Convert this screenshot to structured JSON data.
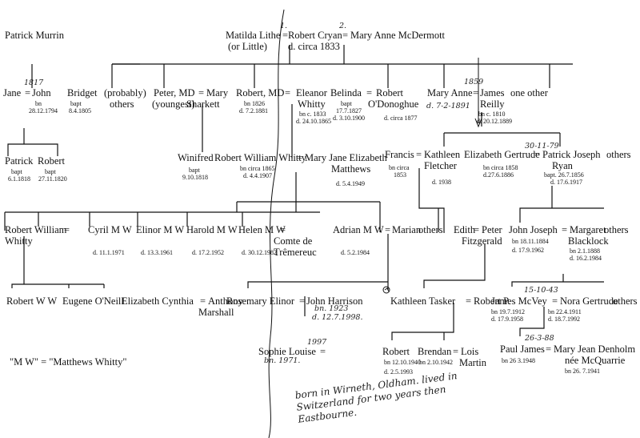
{
  "tree": {
    "root": {
      "patrick_murrin": "Patrick Murrin",
      "matilda": "Matilda Lithe",
      "or_little": "(or Little)",
      "robert_cryan": "Robert Cryan",
      "robert_cryan_death": "d. circa 1833",
      "mary_anne_mcdermott": "Mary Anne McDermott",
      "mark_1": "1.",
      "mark_2": "2."
    },
    "gen1": {
      "jane": "Jane",
      "jane_year": "1817",
      "john": "John",
      "john_dates": [
        "bn",
        "28.12.1794"
      ],
      "bridget": "Bridget",
      "bridget_dates": [
        "bapt",
        "8.4.1805"
      ],
      "probably": "(probably)",
      "others": "others",
      "peter": "Peter, MD",
      "youngest": "(youngest)",
      "mary": "Mary",
      "sharkett": "Sharkett",
      "robert_md": "Robert, MD",
      "robert_md_dates": [
        "bn 1826",
        "d. 7.2.1881"
      ],
      "eleanor": "Eleanor",
      "whitty": "Whitty",
      "eleanor_dates": [
        "bn c. 1833",
        "d. 24.10.1865"
      ],
      "belinda": "Belinda",
      "belinda_dates": [
        "bapt",
        "17.7.1827",
        "d. 3.10.1900"
      ],
      "robert": "Robert",
      "odonoghue": "O'Donoghue",
      "odonoghue_death": "d. circa 1877",
      "mary_anne": "Mary Anne",
      "mary_anne_year": "1859",
      "mary_anne_death": "d. 7-2-1891",
      "james": "James",
      "reilly": "Reilly",
      "james_dates": [
        "bn c. 1810",
        "d. 20.12.1889"
      ],
      "one_other": "one other"
    },
    "gen2": {
      "patrick": "Patrick",
      "patrick_dates": [
        "bapt",
        "6.1.1818"
      ],
      "robert": "Robert",
      "robert_dates": [
        "bapt",
        "27.11.1820"
      ],
      "winifred": "Winifred",
      "winifred_dates": [
        "bapt",
        "9.10.1818"
      ],
      "rww": "Robert William Whitty",
      "rww_dates": [
        "bn circa 1865",
        "d. 4.4.1907"
      ],
      "mary_jane": "Mary Jane Elizabeth",
      "matthews": "Matthews",
      "mary_jane_death": "d. 5.4.1949",
      "francis": "Francis",
      "francis_dates": [
        "bn circa",
        "1853"
      ],
      "kathleen": "Kathleen",
      "fletcher": "Fletcher",
      "kathleen_death": "d. 1938",
      "elizabeth_gertrude": "Elizabeth Gertrude",
      "eg_dates": [
        "bn circa 1858",
        "d.27.6.1886"
      ],
      "marriage_date": "30-11-79",
      "patrick_joseph": "Patrick Joseph",
      "ryan": "Ryan",
      "pj_dates": [
        "bapt. 26.7.1856",
        "d. 17.6.1917"
      ],
      "others": "others"
    },
    "gen3": {
      "rw": "Robert William",
      "whitty": "Whitty",
      "cyril": "Cyril M W",
      "cyril_death": "d. 11.1.1971",
      "elinor": "Elinor M W",
      "elinor_death": "d. 13.3.1961",
      "harold": "Harold M W",
      "harold_death": "d. 17.2.1952",
      "helen": "Helen M W",
      "helen_death": "d. 30.12.1982",
      "comte": "Comte de",
      "tremereuc": "Trêmereuc",
      "adrian": "Adrian M W",
      "adrian_death": "d. 5.2.1984",
      "marian": "Marian",
      "others": "others.",
      "edith": "Edith",
      "peter": "Peter",
      "fitzgerald": "Fitzgerald",
      "john_joseph": "John Joseph",
      "jj_dates": [
        "bn 18.11.1884",
        "d. 17.9.1962"
      ],
      "margaret": "Margaret",
      "blacklock": "Blacklock",
      "margaret_dates": [
        "bn 2.1.1888",
        "d. 16.2.1984"
      ],
      "others2": "others"
    },
    "gen4": {
      "rww": "Robert W W",
      "eugene": "Eugene O'Neill",
      "elizabeth_cynthia": "Elizabeth Cynthia",
      "anthony": "Anthony",
      "marshall": "Marshall",
      "rosemary": "Rosemary Elinor",
      "john_harrison": "John Harrison",
      "jh_dates": [
        "bn. 1923",
        "d. 12.7.1998."
      ],
      "kathleen_tasker": "Kathleen Tasker",
      "robert_p": "Robert P.",
      "james_mcvey": "James McVey",
      "jm_dates": [
        "bn 19.7.1912",
        "d. 17.9.1958"
      ],
      "marriage_date": "15-10-43",
      "nora": "Nora Gertrude",
      "nora_dates": [
        "bn 22.4.1911",
        "d. 18.7.1992"
      ],
      "others": "others"
    },
    "gen5": {
      "sophie": "Sophie Louise",
      "sophie_year": "1997",
      "sophie_birth": "bn. 1971.",
      "robert": "Robert",
      "robert_dates": [
        "bn 12.10.1940",
        "d. 2.5.1993"
      ],
      "brendan": "Brendan",
      "brendan_birth": "bn 2.10.1942",
      "lois": "Lois",
      "martin": "Martin",
      "paul": "Paul James",
      "paul_birth": "bn 26 3.1948",
      "marriage_date": "26-3-88",
      "mary_jean": "Mary Jean Denholm",
      "nee": "née McQuarrie",
      "mj_birth": "bn 26. 7.1941"
    },
    "legend": "\"M W\" = \"Matthews Whitty\"",
    "handwritten_note": "born in Wirneth, Oldham. lived in Switzerland for two years then Eastbourne."
  }
}
